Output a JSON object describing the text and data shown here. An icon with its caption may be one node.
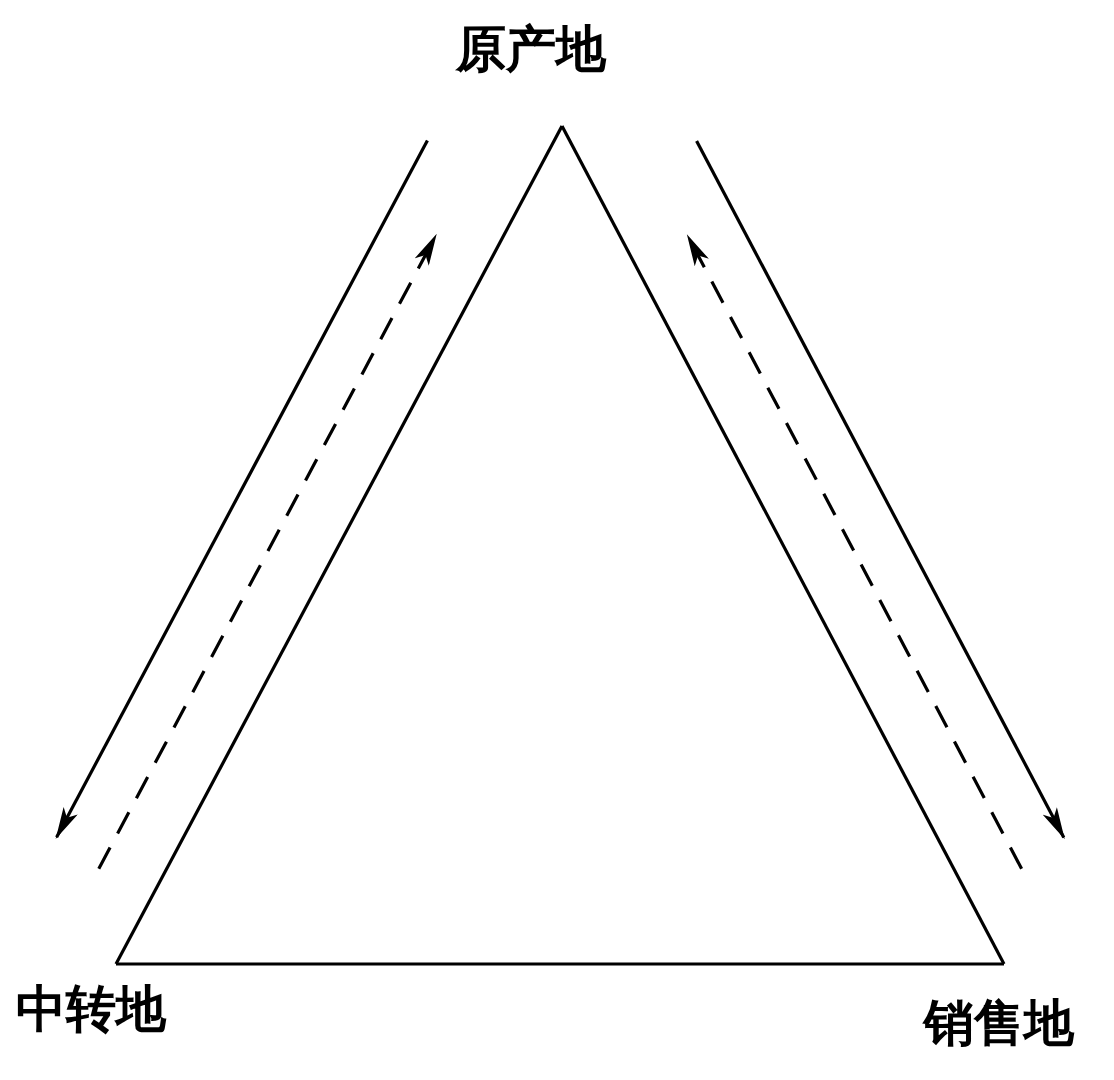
{
  "diagram": {
    "nodes": [
      {
        "text": [
          "原产地"
        ]
      },
      {
        "text": [
          "中转地"
        ]
      },
      {
        "text": [
          "销售地"
        ]
      }
    ],
    "edges": [
      {
        "from": 0,
        "to": 1,
        "arrow": "none"
      },
      {
        "from": 0,
        "to": 2,
        "arrow": "none"
      },
      {
        "from": 1,
        "to": 2,
        "arrow": "none"
      },
      {
        "from": 0,
        "to": 1,
        "arrow": "to"
      },
      {
        "from": 1,
        "to": 0,
        "arrow": "to",
        "style": "dashed"
      },
      {
        "from": 0,
        "to": 2,
        "arrow": "to"
      },
      {
        "from": 2,
        "to": 0,
        "arrow": "to",
        "style": "dashed"
      }
    ]
  }
}
